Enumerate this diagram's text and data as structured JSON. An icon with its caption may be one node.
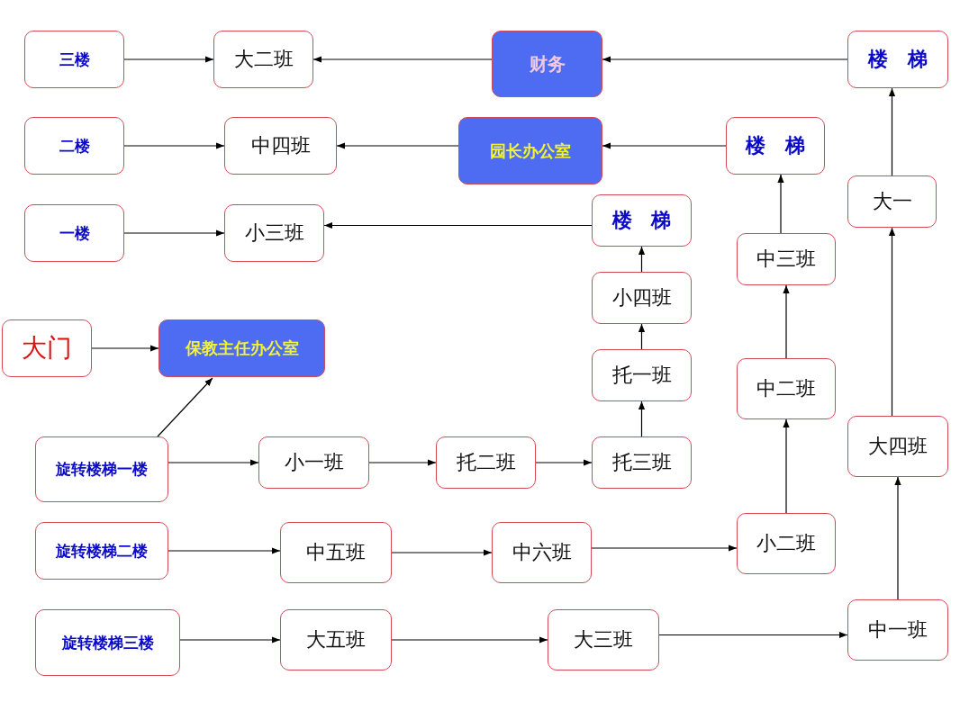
{
  "diagram": {
    "nodes": [
      {
        "text": [
          "三楼"
        ]
      },
      {
        "text": [
          "大二班"
        ]
      },
      {
        "text": [
          "财务"
        ]
      },
      {
        "text": [
          "楼 梯"
        ]
      },
      {
        "text": [
          "二楼"
        ]
      },
      {
        "text": [
          "中四班"
        ]
      },
      {
        "text": [
          "园长办公室"
        ]
      },
      {
        "text": [
          "楼 梯"
        ]
      },
      {
        "text": [
          "一楼"
        ]
      },
      {
        "text": [
          "小三班"
        ]
      },
      {
        "text": [
          "楼 梯"
        ]
      },
      {
        "text": [
          "大一"
        ]
      },
      {
        "text": [
          "中三班"
        ]
      },
      {
        "text": [
          "小四班"
        ]
      },
      {
        "text": [
          "大门"
        ]
      },
      {
        "text": [
          "保教主任办公室"
        ]
      },
      {
        "text": [
          "托一班"
        ]
      },
      {
        "text": [
          "中二班"
        ]
      },
      {
        "text": [
          "大四班"
        ]
      },
      {
        "text": [
          "旋转楼梯一楼"
        ]
      },
      {
        "text": [
          "小一班"
        ]
      },
      {
        "text": [
          "托二班"
        ]
      },
      {
        "text": [
          "托三班"
        ]
      },
      {
        "text": [
          "旋转楼梯二楼"
        ]
      },
      {
        "text": [
          "中五班"
        ]
      },
      {
        "text": [
          "中六班"
        ]
      },
      {
        "text": [
          "小二班"
        ]
      },
      {
        "text": [
          "旋转楼梯三楼"
        ]
      },
      {
        "text": [
          "大五班"
        ]
      },
      {
        "text": [
          "大三班"
        ]
      },
      {
        "text": [
          "中一班"
        ]
      }
    ],
    "edges": [
      {
        "from": 0,
        "to": 1,
        "arrow": "to"
      },
      {
        "from": 2,
        "to": 1,
        "arrow": "to"
      },
      {
        "from": 3,
        "to": 2,
        "arrow": "to"
      },
      {
        "from": 4,
        "to": 5,
        "arrow": "to"
      },
      {
        "from": 6,
        "to": 5,
        "arrow": "to"
      },
      {
        "from": 7,
        "to": 6,
        "arrow": "to"
      },
      {
        "from": 8,
        "to": 9,
        "arrow": "to"
      },
      {
        "from": 10,
        "to": 9,
        "arrow": "to"
      },
      {
        "from": 11,
        "to": 3,
        "arrow": "to"
      },
      {
        "from": 12,
        "to": 7,
        "arrow": "to"
      },
      {
        "from": 13,
        "to": 10,
        "arrow": "to"
      },
      {
        "from": 14,
        "to": 15,
        "arrow": "to"
      },
      {
        "from": 16,
        "to": 13,
        "arrow": "to"
      },
      {
        "from": 17,
        "to": 12,
        "arrow": "to"
      },
      {
        "from": 18,
        "to": 11,
        "arrow": "to"
      },
      {
        "from": 19,
        "to": 15,
        "arrow": "to"
      },
      {
        "from": 19,
        "to": 20,
        "arrow": "to"
      },
      {
        "from": 20,
        "to": 21,
        "arrow": "to"
      },
      {
        "from": 21,
        "to": 22,
        "arrow": "to"
      },
      {
        "from": 22,
        "to": 16,
        "arrow": "to"
      },
      {
        "from": 23,
        "to": 24,
        "arrow": "to"
      },
      {
        "from": 24,
        "to": 25,
        "arrow": "to"
      },
      {
        "from": 25,
        "to": 26,
        "arrow": "to"
      },
      {
        "from": 26,
        "to": 17,
        "arrow": "to"
      },
      {
        "from": 27,
        "to": 28,
        "arrow": "to"
      },
      {
        "from": 28,
        "to": 29,
        "arrow": "to"
      },
      {
        "from": 29,
        "to": 30,
        "arrow": "to"
      },
      {
        "from": 30,
        "to": 18,
        "arrow": "to"
      }
    ]
  }
}
